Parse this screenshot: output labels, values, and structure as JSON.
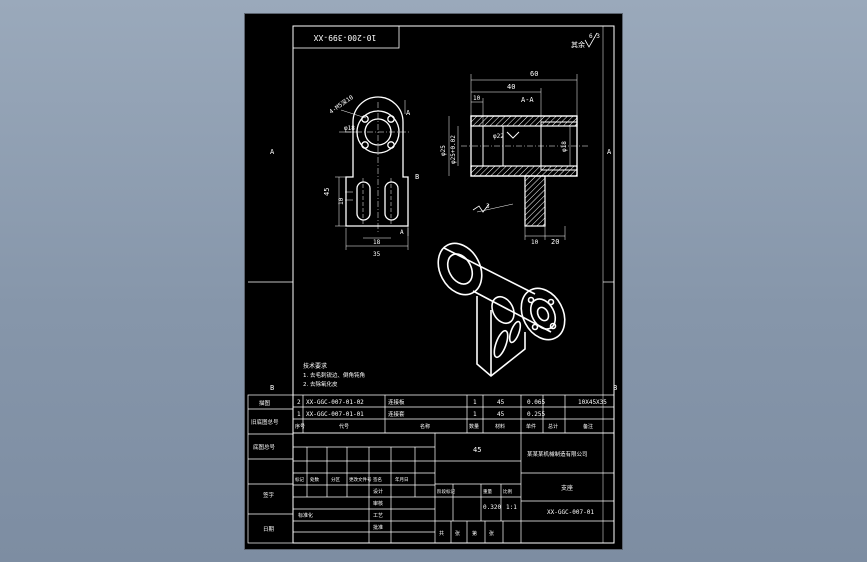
{
  "drawing": {
    "code_box": "10-200-399-XX",
    "roughness_label": "其余",
    "roughness_value": "6.3",
    "zone_left_top": "A",
    "zone_left_bottom": "B",
    "zone_right_top": "A",
    "zone_right_bottom": "B"
  },
  "front_view": {
    "section_label": "A-A",
    "dim_60": "60",
    "dim_40": "40",
    "dim_10": "10",
    "dim_phi25": "φ25",
    "dim_phi25_tol": "φ25+0.02",
    "dim_phi18": "φ18",
    "dim_phi22": "φ22",
    "dim_20": "20",
    "dim_10b": "10",
    "weld_label": "3"
  },
  "side_view": {
    "hole_label": "4-M5深10",
    "view_mark": "A",
    "dim_phi18": "φ18",
    "dim_45": "45",
    "dim_10": "10",
    "dim_18": "18",
    "dim_35": "35",
    "mark_b": "B",
    "mark_a": "A"
  },
  "notes": {
    "title": "技术要求",
    "line1": "1. 去毛刺锐边、倒角钝角",
    "line2": "2. 去除氧化皮"
  },
  "parts_list": {
    "side_label_1": "描图",
    "side_label_2": "旧底图总号",
    "side_label_3": "底图总号",
    "side_label_4": "签字",
    "side_label_5": "日期",
    "rows": [
      {
        "no": "2",
        "code": "XX-GGC-007-01-02",
        "name": "连接板",
        "qty": "1",
        "mat": "45",
        "weight": "0.065",
        "spec": "10X45X35"
      },
      {
        "no": "1",
        "code": "XX-GGC-007-01-01",
        "name": "连接套",
        "qty": "1",
        "mat": "45",
        "weight": "0.255",
        "spec": ""
      }
    ],
    "header": {
      "no": "序号",
      "code": "代号",
      "name": "名称",
      "qty": "数量",
      "mat": "材料",
      "unit": "单件",
      "total": "总计",
      "remark": "备注"
    }
  },
  "title_block": {
    "material": "45",
    "company": "某某某机械制造有限公司",
    "part_name": "支座",
    "drawing_no": "XX-GGC-007-01",
    "weight": "0.320",
    "scale": "1:1",
    "stage_label": "阶段标记",
    "weight_label": "重量",
    "scale_label": "比例",
    "rev_cols": [
      "标记",
      "处数",
      "分区",
      "更改文件号",
      "签名",
      "年月日"
    ],
    "roles": [
      "设计",
      "审核",
      "工艺",
      "批准"
    ],
    "sheet_info": [
      "共",
      "张",
      "第",
      "张"
    ],
    "std_label": "标准化"
  }
}
